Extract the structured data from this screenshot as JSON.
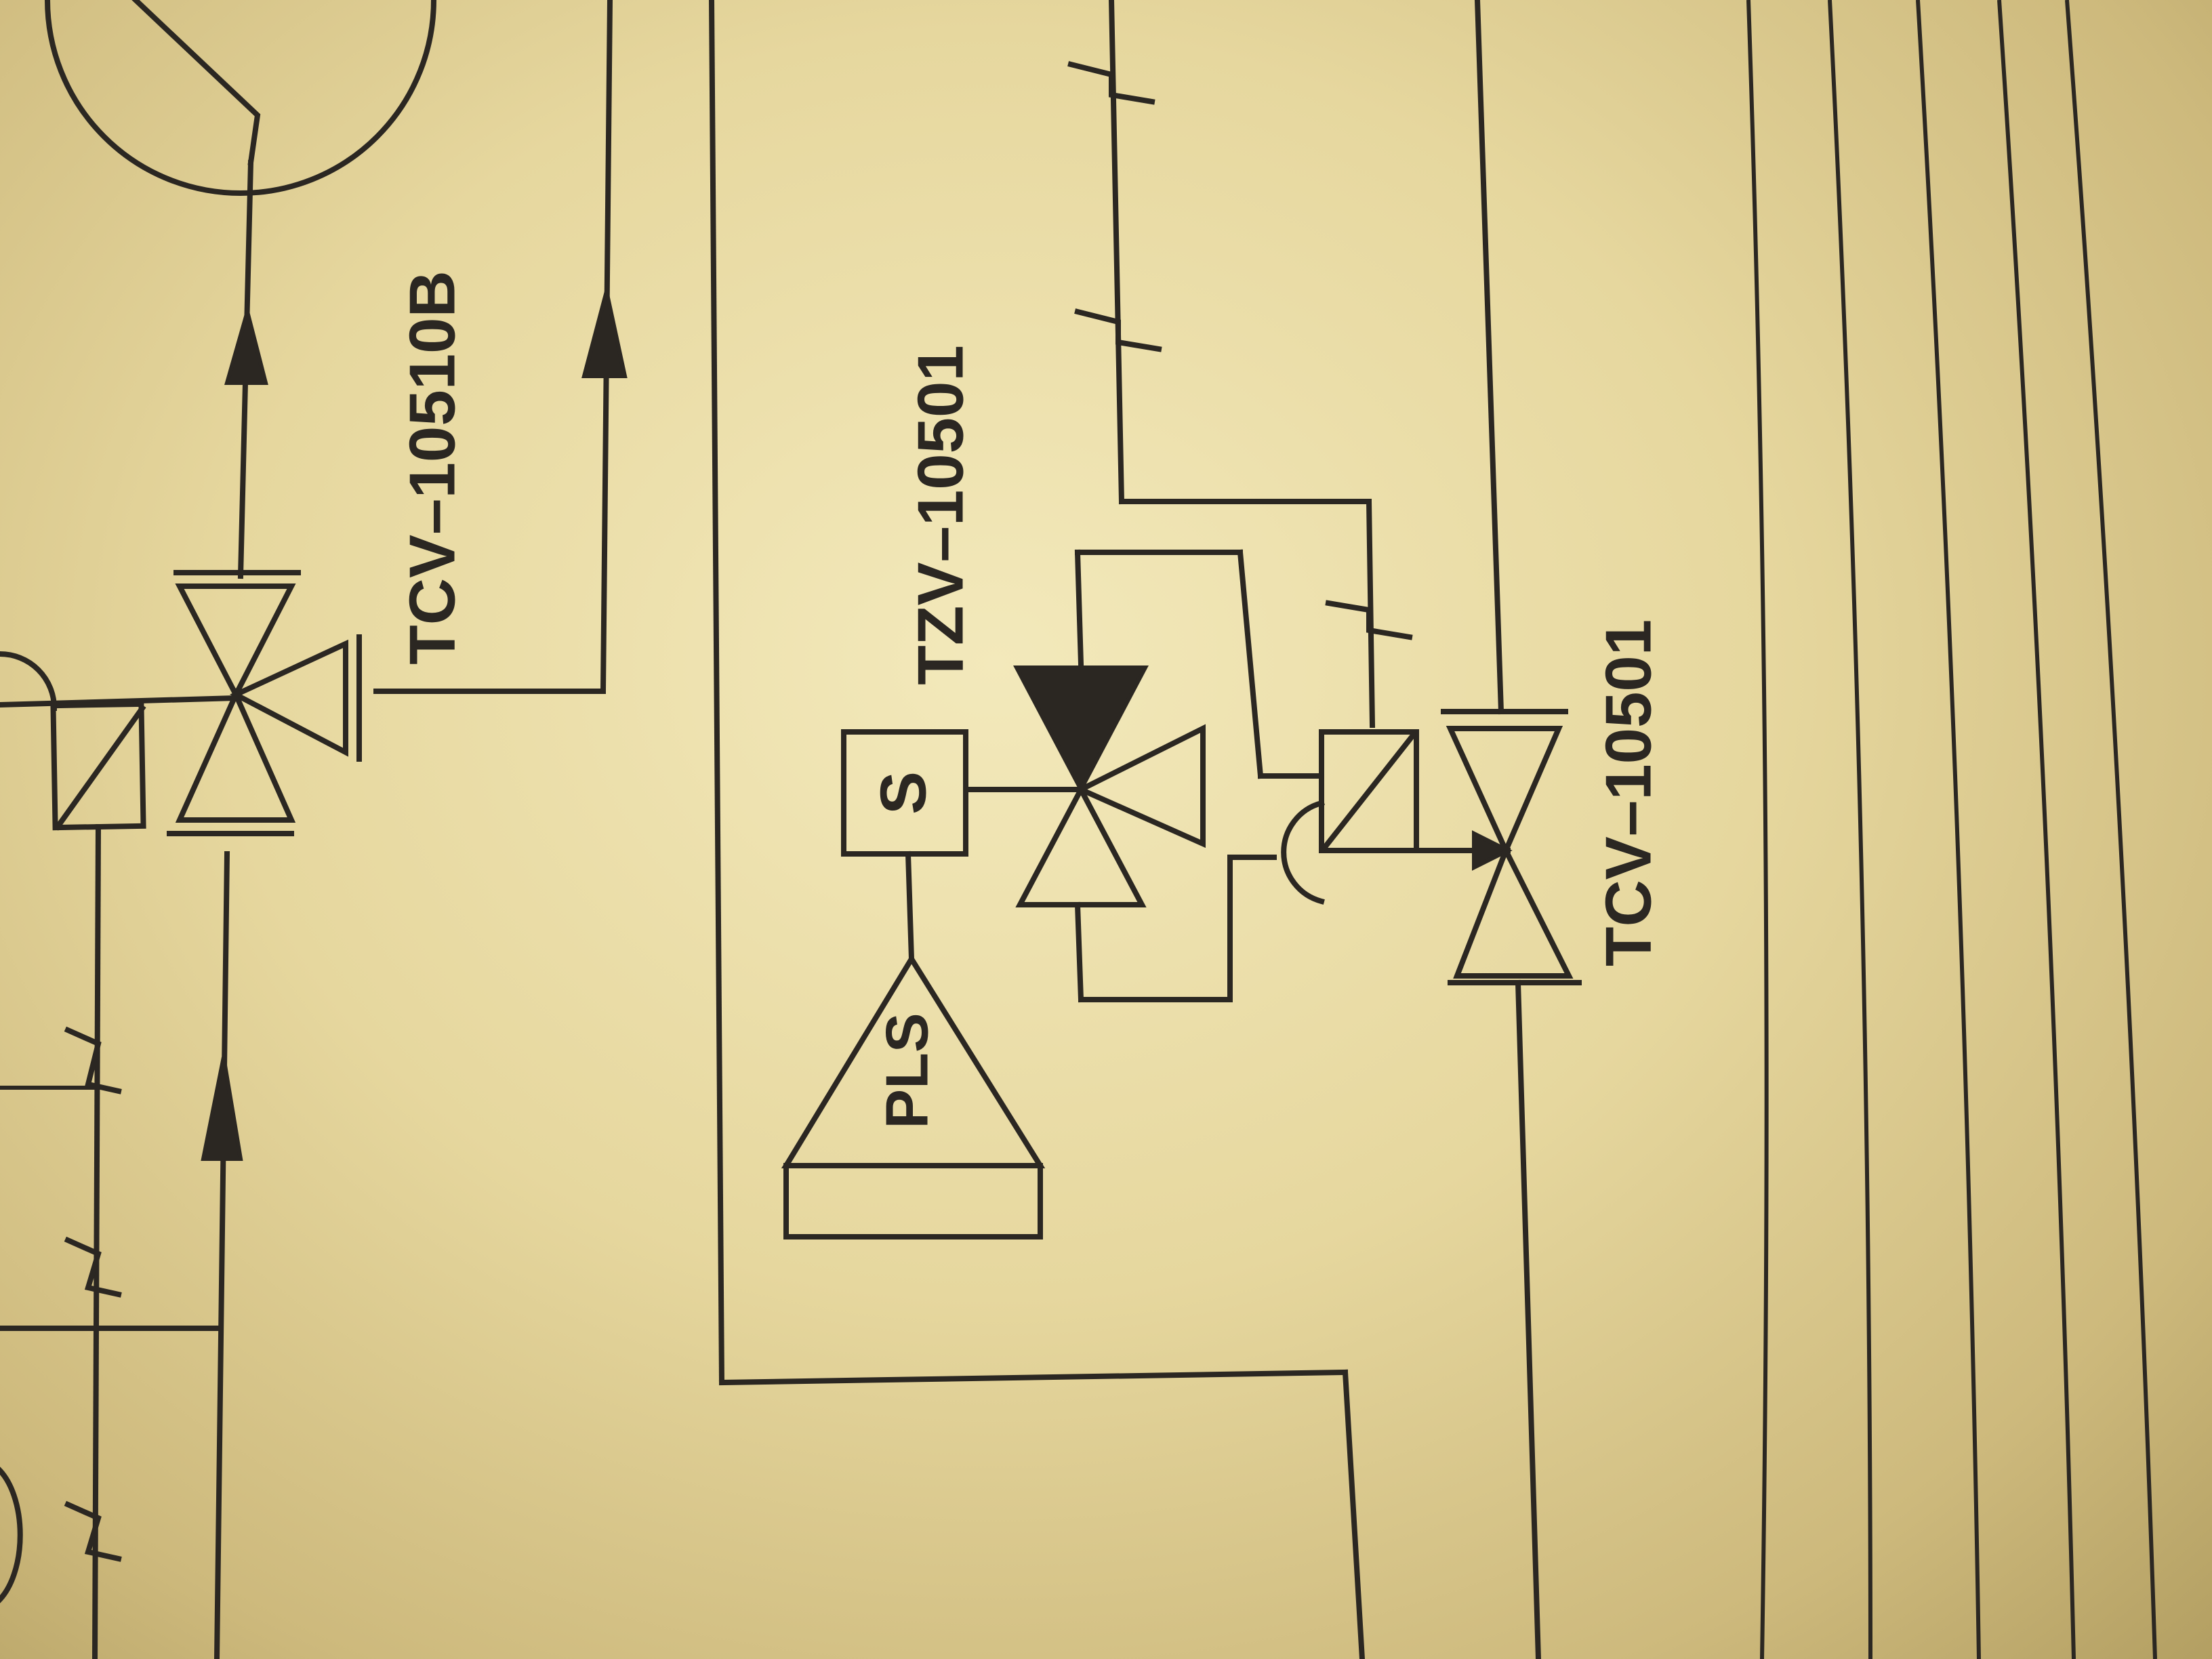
{
  "tags": {
    "tcv_10510b": "TCV–10510B",
    "tzv_10501": "TZV–10501",
    "tcv_10501": "TCV–10501"
  },
  "solenoid_letter": "S",
  "pls_label": "PLS"
}
